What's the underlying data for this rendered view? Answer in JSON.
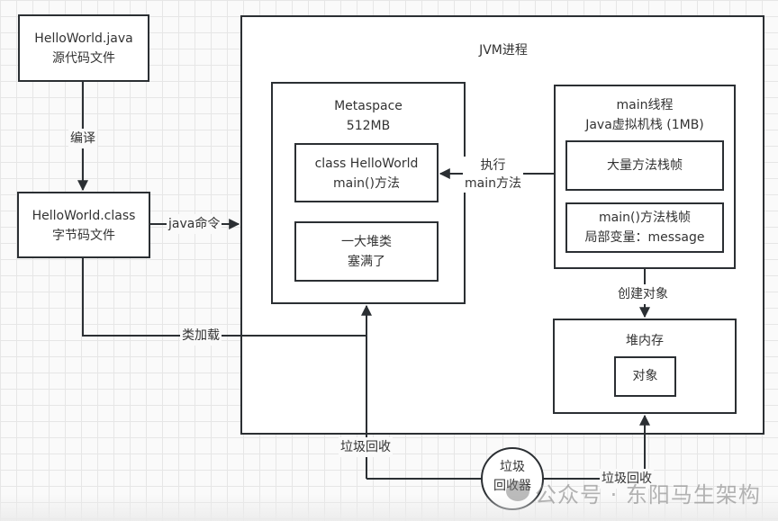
{
  "source_box": {
    "line1": "HelloWorld.java",
    "line2": "源代码文件"
  },
  "class_box": {
    "line1": "HelloWorld.class",
    "line2": "字节码文件"
  },
  "jvm": {
    "title": "JVM进程"
  },
  "metaspace": {
    "title": "Metaspace",
    "size": "512MB",
    "class_item": {
      "line1": "class HelloWorld",
      "line2": "main()方法"
    },
    "overflow_item": {
      "line1": "一大堆类",
      "line2": "塞满了"
    }
  },
  "main_thread": {
    "title": "main线程",
    "subtitle": "Java虚拟机栈 (1MB)",
    "frames_item": "大量方法栈帧",
    "main_frame": {
      "line1": "main()方法栈帧",
      "line2": "局部变量：message"
    }
  },
  "heap": {
    "title": "堆内存",
    "object_item": "对象"
  },
  "gc": {
    "line1": "垃圾",
    "line2": "回收器"
  },
  "edges": {
    "compile": "编译",
    "java_command": "java命令",
    "class_loading": "类加载",
    "execute_line1": "执行",
    "execute_line2": "main方法",
    "create_object": "创建对象",
    "gc_metaspace": "垃圾回收",
    "gc_heap": "垃圾回收"
  },
  "watermark": "公众号 · 东阳马生架构"
}
